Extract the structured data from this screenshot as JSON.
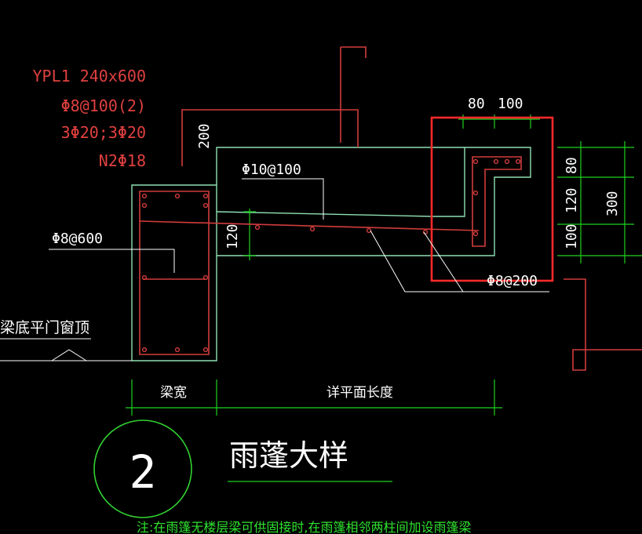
{
  "colors": {
    "background": "#000000",
    "concrete": "#8fe0b2",
    "dimension": "#1fd21f",
    "rebar": "#d23c3c",
    "highlight": "#ff2a2a",
    "text_red": "#e04040",
    "text_white": "#ffffff",
    "note_green": "#2fe42f",
    "tag_green": "#31d031"
  },
  "beam_label": {
    "line1": "YPL1 240x600",
    "line2": "Φ8@100(2)",
    "line3": "3Φ20;3Φ20",
    "line4": "N2Φ18"
  },
  "dimensions": {
    "upturn_height": "200",
    "slab_thickness": "120",
    "top_80": "80",
    "top_100": "100",
    "right_80": "80",
    "right_120": "120",
    "right_100": "100",
    "right_total": "300",
    "beam_width": "梁宽",
    "plan_length": "详平面长度"
  },
  "rebar_labels": {
    "slab_top": "Φ10@100",
    "beam_waist": "Φ8@600",
    "slab_dist": "Φ8@200"
  },
  "level_label": "梁底平门窗顶",
  "detail": {
    "number": "2",
    "title": "雨蓬大样"
  },
  "note": "注:在雨篷无楼层梁可供固接时,在雨篷相邻两柱间加设雨篷梁"
}
